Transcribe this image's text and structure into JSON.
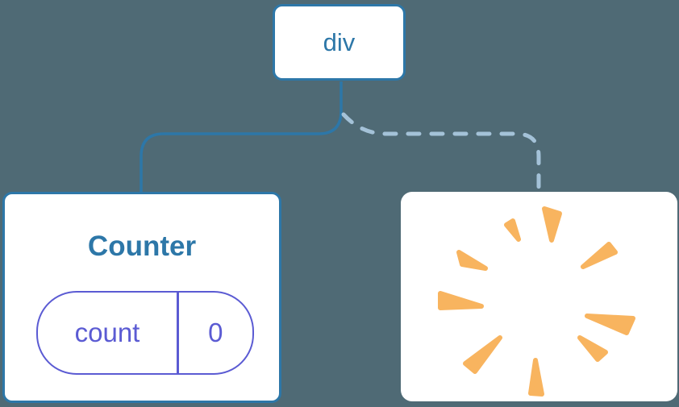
{
  "theme": {
    "bg": "#4f6a75",
    "blue": "#2d77a8",
    "card": "#ffffff",
    "indigo": "#5b5bd3",
    "dashed": "#a4c2d8",
    "orange": "#f8b45f"
  },
  "tree": {
    "root": {
      "label": "div"
    },
    "children": [
      {
        "label": "Counter",
        "edge": "solid",
        "state": {
          "key": "count",
          "value": "0"
        }
      },
      {
        "label": "",
        "edge": "dashed",
        "icon": "poof-sparkle-icon"
      }
    ]
  }
}
